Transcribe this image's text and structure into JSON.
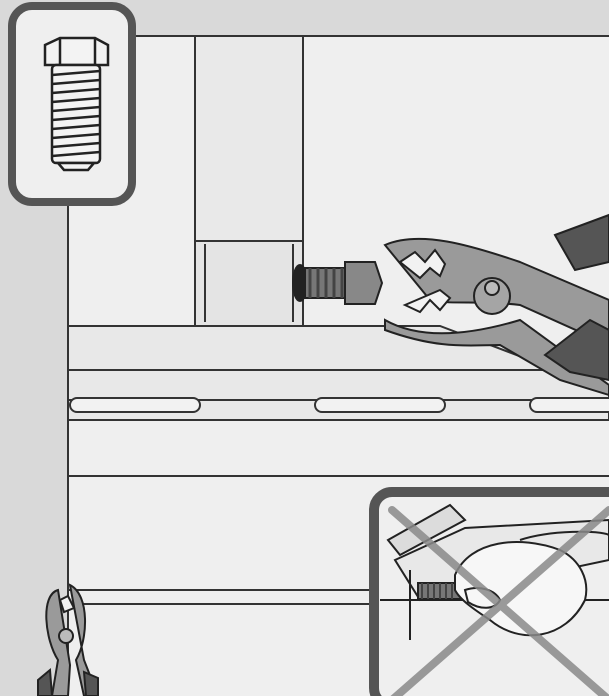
{
  "illustration": {
    "subject": "removing-bolt-with-pliers",
    "panels": [
      {
        "name": "bolt-inset",
        "icon": "hex-bolt-icon"
      },
      {
        "name": "main-scene",
        "icon": "pliers-gripping-bolt-icon"
      },
      {
        "name": "wrong-method-inset",
        "icon": "fingers-on-bolt-crossed-icon"
      },
      {
        "name": "tool-indicator",
        "icon": "pliers-icon"
      }
    ]
  },
  "colors": {
    "background": "#d9d9d9",
    "panel": "#efefef",
    "outline": "#333333",
    "inset-border": "#555555",
    "tool-gray": "#9a9a9a",
    "tool-dark": "#555555",
    "cross": "#8a8a8a"
  }
}
